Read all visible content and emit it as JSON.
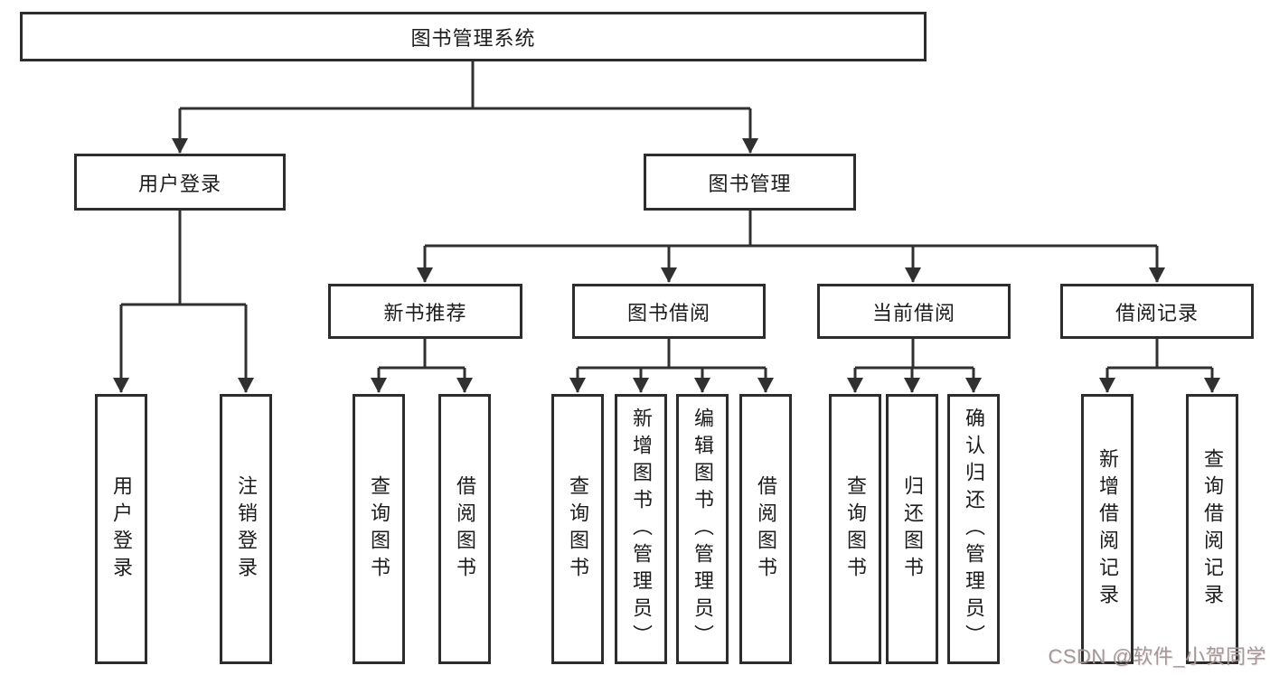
{
  "diagram": {
    "root": {
      "label": "图书管理系统",
      "children": [
        {
          "label": "用户登录",
          "children": [
            {
              "label": "用户登录"
            },
            {
              "label": "注销登录"
            }
          ]
        },
        {
          "label": "图书管理",
          "children": [
            {
              "label": "新书推荐",
              "children": [
                {
                  "label": "查询图书"
                },
                {
                  "label": "借阅图书"
                }
              ]
            },
            {
              "label": "图书借阅",
              "children": [
                {
                  "label": "查询图书"
                },
                {
                  "label": "新增图书（管理员）"
                },
                {
                  "label": "编辑图书（管理员）"
                },
                {
                  "label": "借阅图书"
                }
              ]
            },
            {
              "label": "当前借阅",
              "children": [
                {
                  "label": "查询图书"
                },
                {
                  "label": "归还图书"
                },
                {
                  "label": "确认归还（管理员）"
                }
              ]
            },
            {
              "label": "借阅记录",
              "children": [
                {
                  "label": "新增借阅记录"
                },
                {
                  "label": "查询借阅记录"
                }
              ]
            }
          ]
        }
      ]
    }
  },
  "watermark": {
    "text": "CSDN @软件_小贺同学"
  },
  "colors": {
    "line": "#303030",
    "box_border": "#2d2d2d",
    "text": "#1c1c1c",
    "watermark_text": "#9c9c9c",
    "background": "#ffffff"
  }
}
